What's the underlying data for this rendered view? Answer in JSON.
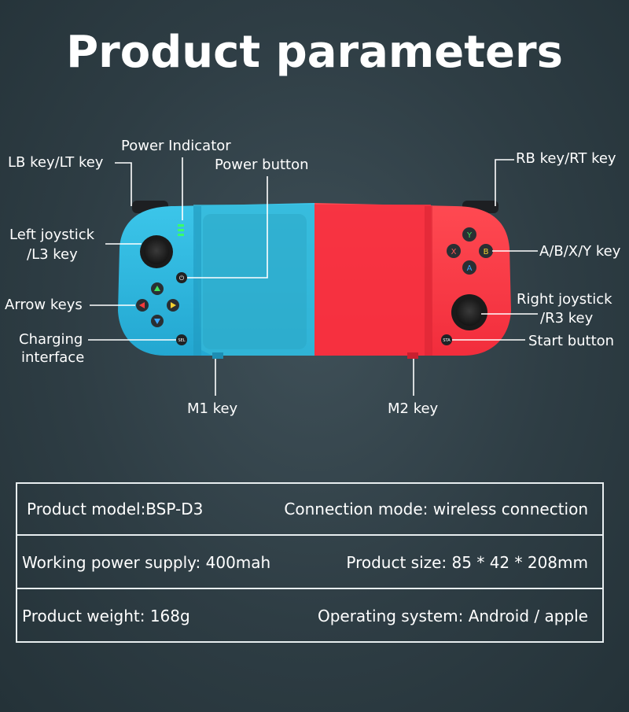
{
  "title": "Product parameters",
  "labels": {
    "lb_key": "LB key/LT key",
    "power_indicator": "Power Indicator",
    "power_button": "Power button",
    "rb_key": "RB key/RT key",
    "left_joystick_1": "Left joystick",
    "left_joystick_2": "/L3 key",
    "abxy": "A/B/X/Y key",
    "arrow_keys": "Arrow keys",
    "right_joystick_1": "Right joystick",
    "right_joystick_2": "/R3 key",
    "charging_1": "Charging",
    "charging_2": "interface",
    "start_button": "Start button",
    "m1": "M1 key",
    "m2": "M2 key"
  },
  "controller": {
    "left_color": "#2fb6dc",
    "right_color": "#ff3344",
    "buttons": {
      "y": "Y",
      "x": "X",
      "b": "B",
      "a": "A",
      "sel": "SEL",
      "sta": "STA"
    }
  },
  "specs": [
    {
      "left": "Product model:BSP-D3",
      "right": "Connection mode: wireless connection"
    },
    {
      "left": "Working power supply: 400mah",
      "right": "Product size: 85 * 42 * 208mm"
    },
    {
      "left": "Product weight: 168g",
      "right": "Operating system: Android / apple"
    }
  ]
}
